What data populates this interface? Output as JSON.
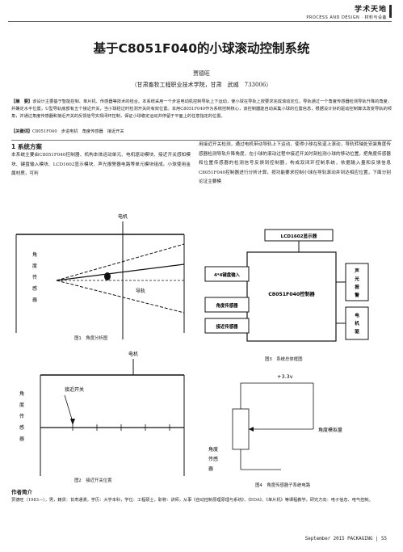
{
  "header": {
    "column": "学术天地",
    "subtitle": "PROCESS AND DESIGN · 材料与设备"
  },
  "title": "基于C8051F040的小球滚动控制系统",
  "author": "贾德旺",
  "affiliation": "（甘肃畜牧工程职业技术学院，甘肃　武威　733006）",
  "abstract": {
    "label": "【摘　要】",
    "text": "该设计主要基于智能控制、单片机、传感器等技术的结合。本系统采用一个步进电动机控制导轨上下运动，使小球在导轨上按要求完成滚动定位。导轨通过一个角度传感器检测导轨升降的角度，并确定水平位置，U型导轨底部有五个接近开关，当小球经过时检测开关的有效位置。本用C8051F040作为系统控制核心，该控制器能自动采集小球的位置信息，根据设计好的驱动控制算法改变导轨的倾角，并通过角度传感器和接近开关的反馈信号实现闭环控制，保证小球稳定运动并停留于平面上的任意指定的位置。"
  },
  "keywords": {
    "label": "【关键词】",
    "text": "C8051F040　步进电机　角度传感器　接近开关"
  },
  "section1": {
    "heading": "1 系统方案",
    "para": "本系统主要由C8051F040控制器、机构本体运动单元、电机驱动模块、接近开关感知模块、键盘输入模块、LCD1602显示模块、声光报警器电路等单元模块组成。小球使用金属材质，可利"
  },
  "col2_para": "用接近开关检测，通过电机带动导轨上下运动，使得小球在轨道上滚动，导轨转轴处安装角度传感器检测导轨升降角度，在小球的滚动过程中接近开关时刻检测小球的移动位置，把角度传感器和位置传感器的检测信号反馈到控制器，构成双闭环控制系统，依据输入量和反馈信息C8051F040控制器进行分析计算，按功能要求控制小球在导轨滚动并到达相应位置，下面分别论证主要模",
  "fig1": {
    "caption": "图1　角度分析图",
    "motor": "电机",
    "sensor": [
      "角",
      "度",
      "传",
      "感",
      "器"
    ],
    "rail": "导轨"
  },
  "fig2": {
    "caption": "图2　接近开关位置",
    "motor": "电机",
    "switch": "接近开关",
    "sensor": [
      "角",
      "度",
      "传",
      "感",
      "器"
    ]
  },
  "fig3": {
    "caption": "图3　系统总体框图",
    "lcd": "LCD1602显示器",
    "keyboard": "4*4键盘输入",
    "mcu": "C8051F040控制器",
    "angle": "角度传感器",
    "prox": "接近传感器",
    "alarm": [
      "声",
      "光",
      "报",
      "警"
    ],
    "motor": [
      "电",
      "机",
      "驱"
    ]
  },
  "fig4": {
    "caption": "图4　角度传感器子系统电路",
    "vcc": "+3.3v",
    "adc": "角度模拟量",
    "sensor": [
      "角度",
      "传感",
      "器"
    ]
  },
  "author_intro": {
    "heading": "作者简介",
    "text": "贾德旺（1983—），男，籍贯：甘肃通渭，学历：大学本科，学位：工程硕士，职称：讲师，从事《自动控制原理原理与系统》、《EDA》、《单片机》等课程教学，研究方向：电子信息、电气控制。"
  },
  "footer": "September 2015 PACKAGING | 55"
}
